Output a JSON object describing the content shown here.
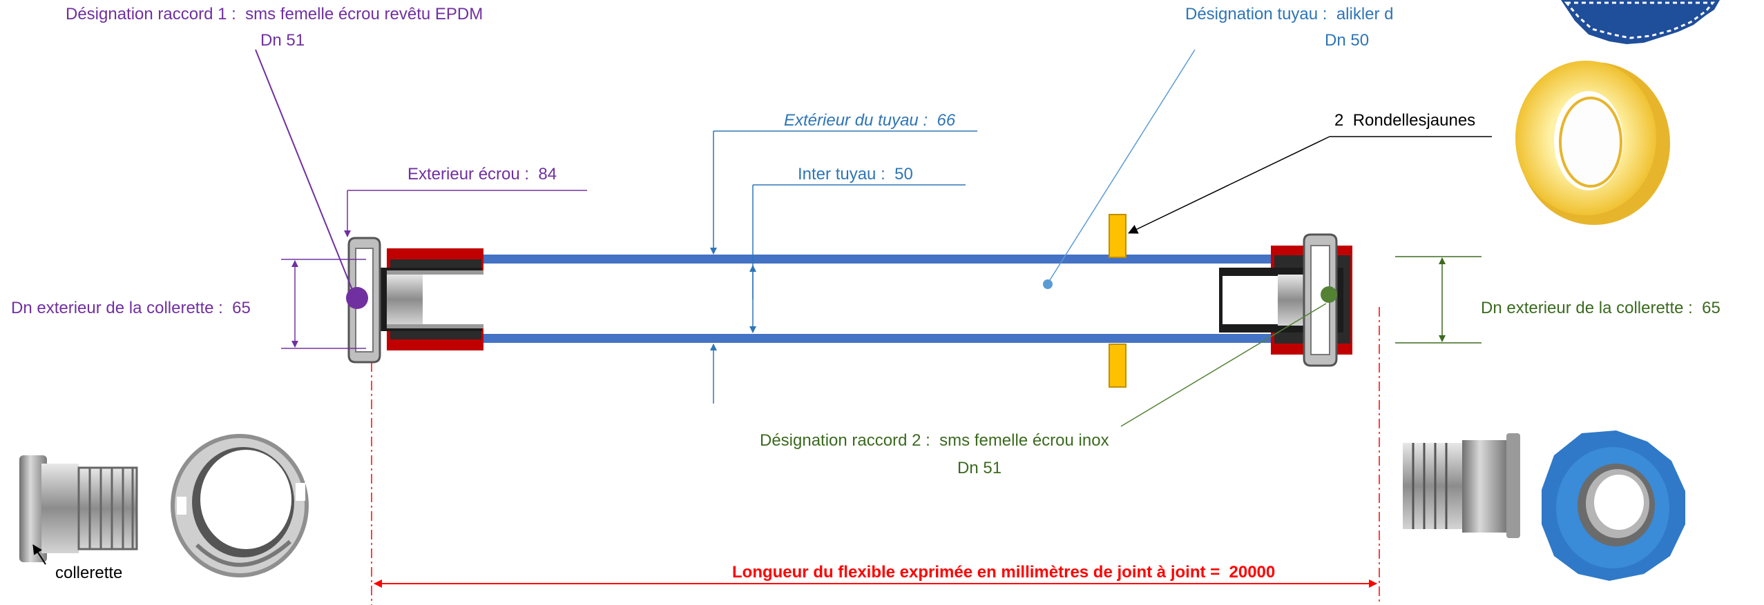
{
  "labels": {
    "raccord1": {
      "prefix": "Désignation raccord 1 :",
      "value": "sms femelle écrou revêtu EPDM",
      "dn": "Dn 51"
    },
    "tuyau": {
      "prefix": "Désignation tuyau :",
      "value": "alikler d",
      "dn": "Dn 50"
    },
    "exterieur_tuyau": {
      "prefix": "Extérieur du tuyau :",
      "value": "66"
    },
    "inter_tuyau": {
      "prefix": "Inter tuyau :",
      "value": "50"
    },
    "exterieur_ecrou": {
      "prefix": "Exterieur écrou :",
      "value": "84"
    },
    "rondelles": {
      "count": "2",
      "value": "Rondellesjaunes"
    },
    "collerette_left": {
      "prefix": "Dn exterieur de la collerette :",
      "value": "65"
    },
    "collerette_right": {
      "prefix": "Dn exterieur de la collerette :",
      "value": "65"
    },
    "raccord2": {
      "prefix": "Désignation raccord 2 :",
      "value": "sms femelle écrou inox",
      "dn": "Dn 51"
    },
    "longueur": {
      "prefix": "Longueur du flexible exprimée en millimètres de joint à joint =",
      "value": "20000"
    },
    "collerette": "collerette"
  },
  "colors": {
    "purple": "#7030a0",
    "blue": "#2e75b6",
    "green": "#3b6a1f",
    "pipe": "#4472c4",
    "red": "#ff0000",
    "washer": "#ffc000",
    "nut_red": "#c00000"
  },
  "icons": {
    "logo": "seal-logo",
    "washer_photo": "yellow-washer",
    "collerette_photo": "collar-fitting",
    "nut_photo": "steel-nut",
    "fitting_photo": "ribbed-fitting",
    "blue_nut_photo": "blue-nut"
  }
}
